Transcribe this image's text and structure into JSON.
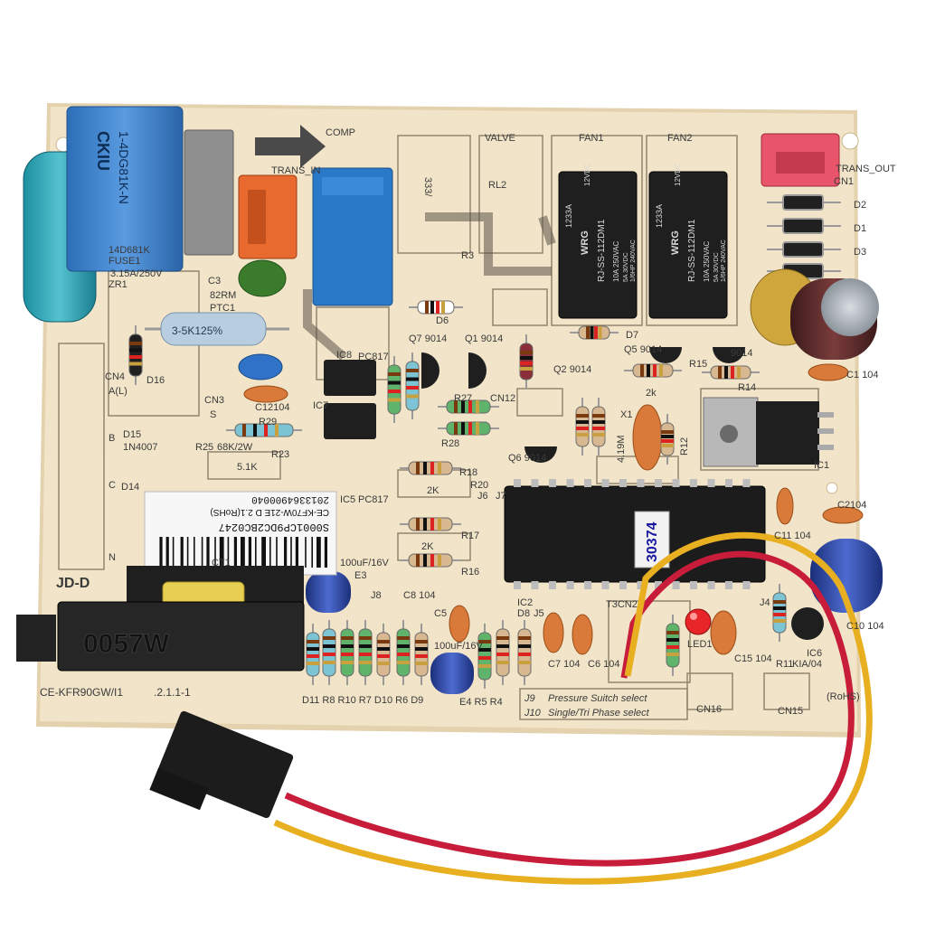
{
  "image": {
    "subject": "air-conditioner-indoor-control-board",
    "colors": {
      "pcb": "#f1e4c8",
      "pcb_edge": "#e4d2ae",
      "silkscreen": "#3a3a3a",
      "relay_blue": "#1f5d9a",
      "capacitor_blue": "#3f7fc6",
      "connector_red": "#e8556a",
      "connector_orange": "#e86a2e",
      "wire_red": "#c81d3a",
      "wire_yellow": "#e8b020",
      "ic_black": "#1c1c1c",
      "ceramic_cap": "#d97a3a"
    }
  },
  "board": {
    "model_code": "CE-KFR90GW/I1",
    "model_code_tail": ".2.1.1-1",
    "brand_mark": "JD-D",
    "jumper_notes": {
      "j9_label": "J9",
      "j9_text": "Pressure Suitch select",
      "j10_label": "J10",
      "j10_text": "Single/Tri Phase select"
    }
  },
  "barcode_sticker": {
    "line1": "S0001CP9DC2BC0247",
    "line2": "CE-KF70W-21E D 2.1(RoHS)",
    "line3": "2013364900040"
  },
  "transformer": {
    "marking": "0057W"
  },
  "relays": [
    {
      "ref": "FAN1",
      "brand": "WRG",
      "code": "1233A",
      "coil": "12VDC",
      "model": "RJ-SS-112DM1",
      "rating_a": "10A 250VAC",
      "rating_b": "5A 30VDC",
      "rating_c": "1/6HP 240VAC"
    },
    {
      "ref": "FAN2",
      "brand": "WRG",
      "code": "1233A",
      "coil": "12VDC",
      "model": "RJ-SS-112DM1",
      "rating_a": "10A 250VAC",
      "rating_b": "5A 30VDC",
      "rating_c": "1/6HP 240VAC"
    }
  ],
  "mcu_sticker": "30374",
  "labels": {
    "comp": "COMP",
    "valve": "VALVE",
    "trans_in": "TRANS_IN",
    "trans_out": "TRANS_OUT",
    "cn1": "CN1",
    "cn3": "CN3",
    "cn4": "CN4",
    "cn12": "CN12",
    "cn15": "CN15",
    "cn16": "CN16",
    "fuse": "FUSE1",
    "fuse_rating": "3.15A/250V",
    "zr1": "ZR1",
    "thermistor": "14D681K",
    "c3": "C3",
    "ptc": "82RM",
    "ptc1": "PTC1",
    "r25": "R25",
    "r25_value": "68K/2W",
    "r23": "R23",
    "r23_value": "5.1K",
    "d15": "D15",
    "d15_part": "1N4007",
    "d16": "D16",
    "ic1": "IC1",
    "ic5": "IC5",
    "ic6": "IC6",
    "ic7": "IC7",
    "ic8": "IC8",
    "pc817_a": "PC817",
    "pc817_b": "PC817",
    "q7": "Q7 9014",
    "q1": "Q1 9014",
    "q2": "Q2 9014",
    "q5": "Q5 9014",
    "q6": "Q6 9014",
    "q9": "9014",
    "r2": "2k",
    "r18": "R18",
    "r20": "R20",
    "r17": "R17",
    "r16": "R16",
    "r_2k_a": "2K",
    "r_2k_b": "2K",
    "x1": "X1",
    "crystal": "4.19M",
    "cap_100uf_a": "100uF/16V",
    "cap_100uf_b": "100uF/16V",
    "e3": "E3",
    "e4": "E4",
    "c8": "C8 104",
    "c1": "C1 104",
    "c2_104": "C2104",
    "c12_104": "C12104",
    "c11": "C11 104",
    "c10": "C10 104",
    "c15": "C15 104",
    "c6": "C6 104",
    "c7": "C7 104",
    "led1": "LED1",
    "d1": "D1",
    "d2": "D2",
    "d3": "D3",
    "d6": "D6",
    "d7": "D7",
    "bottom_row": "D11 R8 R10 R7 D10 R6 D9",
    "e4_row": "E4 R5 R4",
    "r3": "R3",
    "r14": "R14",
    "r15": "R15",
    "r27": "R27",
    "r28": "R28",
    "r29": "R29",
    "r12": "R12",
    "rl2": "RL2",
    "j4": "J4",
    "j5": "J5",
    "j6": "J6",
    "j7": "J7",
    "j8": "J8",
    "ic2": "IC2",
    "r11": "R11",
    "kia": "KIA/04",
    "rohs": "(RoHS)",
    "ct1": "CT1",
    "d8": "D8",
    "c5": "C5",
    "n_label": "N",
    "a_label": "A(L)",
    "b_label": "B",
    "c_label": "C",
    "s_label": "S",
    "r_d14": "D14",
    "t3cn": "T3CN2",
    "val_333": "333/"
  }
}
